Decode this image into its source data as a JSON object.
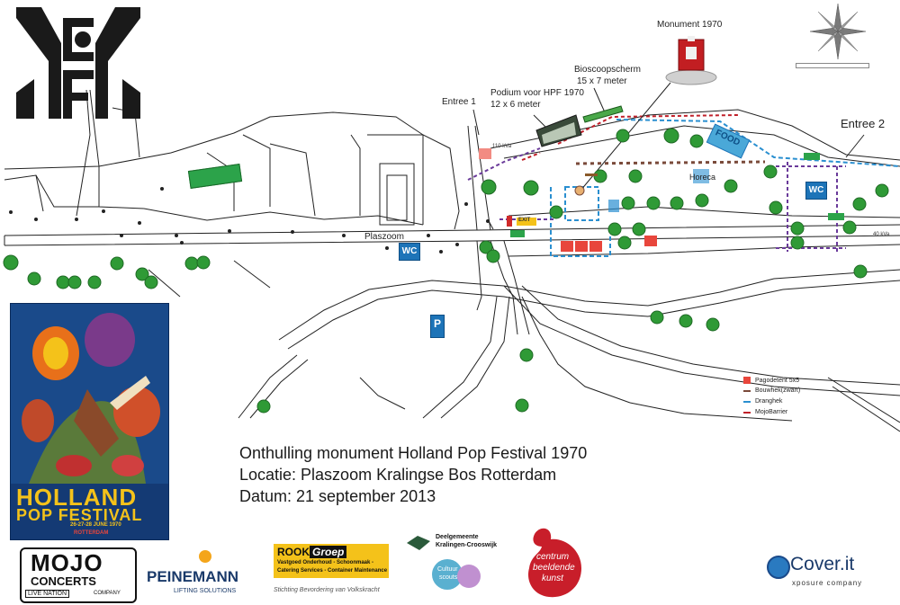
{
  "labels": {
    "monument": "Monument 1970",
    "bioscoop_title": "Bioscoopscherm",
    "bioscoop_size": "15 x 7 meter",
    "podium_title": "Podium voor HPF 1970",
    "podium_size": "12 x 6 meter",
    "entree1": "Entree 1",
    "entree2": "Entree 2",
    "plaszoom": "Plaszoom",
    "food": "FOOD",
    "horeca": "Horeca",
    "wc": "WC",
    "parking": "P",
    "kva110": "110 kVa",
    "kva40": "40 kVa",
    "exit": "EXIT"
  },
  "info": {
    "line1": "Onthulling monument Holland Pop Festival 1970",
    "line2": "Locatie: Plaszoom Kralingse Bos Rotterdam",
    "line3": "Datum: 21 september 2013"
  },
  "legend": [
    {
      "label": "Pagodetent 5x5",
      "color": "#e8463c",
      "style": "square"
    },
    {
      "label": "Bouwhek(zwart)",
      "color": "#7a4a3a",
      "style": "dash"
    },
    {
      "label": "Dranghek",
      "color": "#2a8fd0",
      "style": "dash"
    },
    {
      "label": "MojoBarrier",
      "color": "#c0202a",
      "style": "dash"
    }
  ],
  "poster": {
    "title1": "HOLLAND",
    "title2": "POP FESTIVAL",
    "dates": "26-27-28 JUNE 1970",
    "city": "ROTTERDAM"
  },
  "sponsors": {
    "mojo": "MOJO",
    "concerts": "CONCERTS",
    "company": "COMPANY",
    "live_nation": "LIVE NATION",
    "peinemann": "PEINEMANN",
    "peinemann_sub": "LIFTING SOLUTIONS",
    "rook": "ROOK",
    "groep": "Groep",
    "rook_line1": "Vastgoed Onderhoud - Schoonmaak -",
    "rook_line2": "Catering Services - Container Maintenance",
    "rook_foot": "Stichting Bevordering van Volkskracht",
    "deelgemeente1": "Deelgemeente",
    "deelgemeente2": "Kralingen-Crooswijk",
    "cultuur1": "Cultuur",
    "cultuur2": "scouts",
    "centrum1": "centrum",
    "centrum2": "beeldende",
    "centrum3": "kunst",
    "cover": "Cover.it",
    "cover_sub": "xposure company"
  },
  "colors": {
    "tree": "#2f9a36",
    "water_blue": "#1d74b8",
    "tent_red": "#e8463c",
    "fence_blue": "#2a8fd0",
    "fence_red": "#c0202a",
    "fence_brown": "#7a4a3a",
    "fence_purple": "#6a3a9a",
    "poster_bg": "#143a74",
    "poster_yellow": "#f4c21a"
  },
  "icons": [
    "hpf-logo-icon",
    "compass-rose-icon",
    "monument-icon",
    "tree-icon",
    "wc-icon",
    "parking-icon",
    "exit-icon",
    "stage-icon",
    "screen-icon"
  ]
}
